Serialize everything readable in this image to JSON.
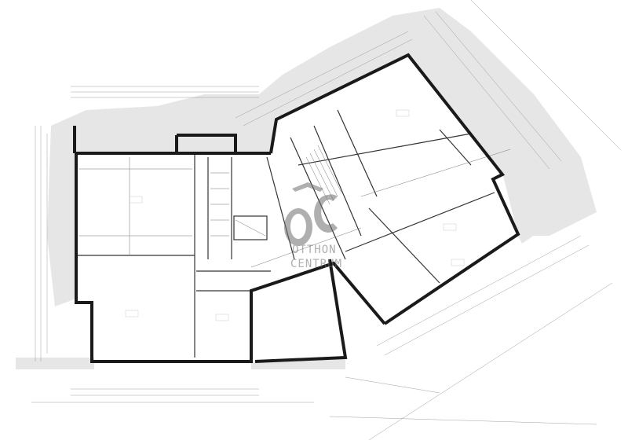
{
  "drawing": {
    "type": "floor-plan",
    "watermark": {
      "monogram": "OC",
      "line1": "OTTHON",
      "line2": "CENTRUM",
      "color": "#6f6f6f"
    },
    "colors": {
      "wall": "#1a1a1a",
      "terrain": "#e6e6e6",
      "line": "#777777"
    }
  }
}
